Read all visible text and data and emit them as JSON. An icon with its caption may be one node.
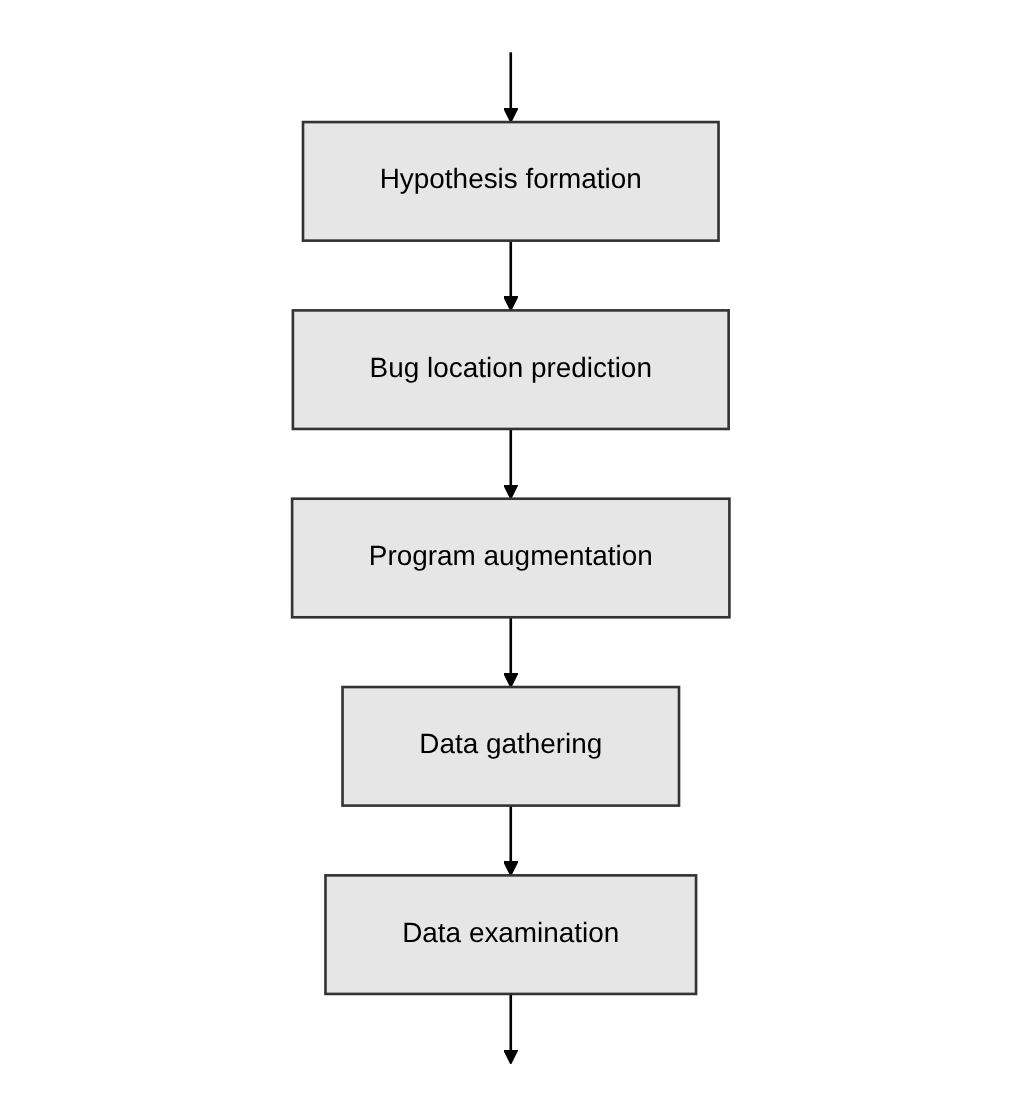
{
  "diagram": {
    "nodes": [
      {
        "text": [
          "Hypothesis formation"
        ]
      },
      {
        "text": [
          "Bug location prediction"
        ]
      },
      {
        "text": [
          "Program augmentation"
        ]
      },
      {
        "text": [
          "Data gathering"
        ]
      },
      {
        "text": [
          "Data examination"
        ]
      }
    ],
    "edges": [
      {
        "from": 0,
        "to": 1,
        "arrow": "to"
      },
      {
        "from": 1,
        "to": 2,
        "arrow": "to"
      },
      {
        "from": 2,
        "to": 3,
        "arrow": "to"
      },
      {
        "from": 3,
        "to": 4,
        "arrow": "to"
      },
      {
        "from": 4,
        "to": null,
        "arrow": "to"
      },
      {
        "from": null,
        "to": 0,
        "arrow": "to"
      }
    ]
  }
}
